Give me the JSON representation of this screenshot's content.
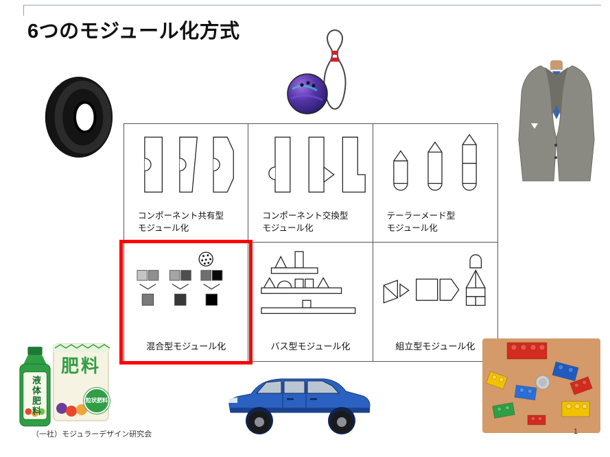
{
  "slide": {
    "title": "6つのモジュール化方式",
    "footer": "（一社）モジュラーデザイン研究会",
    "page_number": "1"
  },
  "table": {
    "cells": [
      {
        "id": "component-sharing",
        "line1": "コンポーネント共有型",
        "line2": "モジュール化"
      },
      {
        "id": "component-swapping",
        "line1": "コンポーネント交換型",
        "line2": "モジュール化"
      },
      {
        "id": "tailor-made",
        "line1": "テーラーメード型",
        "line2": "モジュール化"
      },
      {
        "id": "mixing",
        "label": "混合型モジュール化",
        "highlighted": true
      },
      {
        "id": "bus",
        "label": "バス型モジュール化"
      },
      {
        "id": "assembly",
        "label": "組立型モジュール化"
      }
    ]
  },
  "images": {
    "fertilizer_bottle_label": "液体肥料",
    "fertilizer_bag_label": "肥料",
    "fertilizer_bag_badge": "粒状肥料"
  },
  "colors": {
    "highlight_box": "#fe0000",
    "table_border": "#555555",
    "top_line": "#93a3c0"
  }
}
